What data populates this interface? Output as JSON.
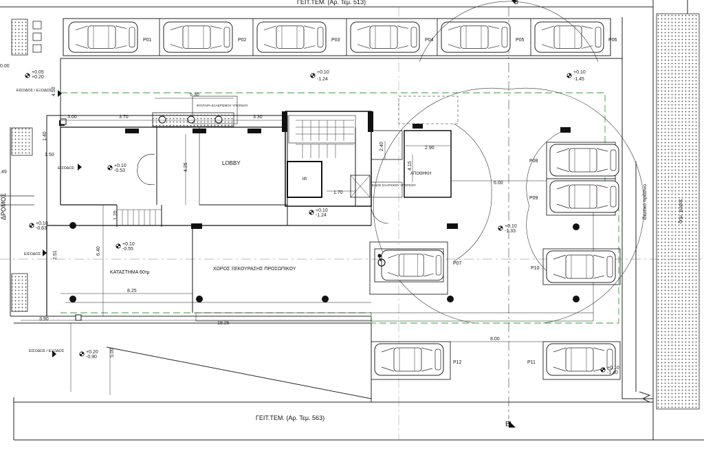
{
  "plan": {
    "top_label": "ΓΕΙΤ.ΤΕΜ.  (Αρ. Τεμ. 513)",
    "bottom_label": "ΓΕΙΤ.ΤΕΜ.  (Αρ. Τεμ. 563)",
    "left_road": "ΔΡΟΜΟΣ",
    "right_strip": "ιδιωτικό πράσινο",
    "right_road": "δημ. χώρος",
    "section_top": "B",
    "section_bottom": "B'"
  },
  "rooms": {
    "lobby": "LOBBY",
    "lift": "lift",
    "storage": "ΑΠΟΘΗΚΗ",
    "cleaner_room": "ΕΙΔΟΣ ΕΞΑΡΧΙΚΟΥ ΥΠΟΓΕΙΟΥ",
    "shop": "ΚΑΤΑΣΤΗΜΑ 60τμ",
    "staff_rest": "ΧΩΡΟΣ ΞΕΚΟΥΡΑΣΗΣ ΠΡΟΣΩΠΙΚΟΥ",
    "planter_note": "ΦΟΥΓΑΡΑ ΕΞΑΕΡΙΣΜΟΥ ΥΠΟΓΕΙΟΥ"
  },
  "entrances": [
    "ΕΙΣΟΔΟΣ / ΕΞΟΔΟΣ",
    "ΕΙΣΟΔΟΣ",
    "ΕΙΣΟΔΟΣ",
    "ΕΙΣΟΔΟΣ / ΕΞΟΔΟΣ"
  ],
  "parking": [
    "P01",
    "P02",
    "P03",
    "P04",
    "P05",
    "P06",
    "P07",
    "P08",
    "P09",
    "P10",
    "P11",
    "P12"
  ],
  "levels": {
    "l1": "+0.05",
    "l1b": "+0.20",
    "l2": "+0.10",
    "l2b": "-1.24",
    "l3": "+0.10",
    "l3b": "-1.45",
    "l4": "+0.10",
    "l4b": "-0.53",
    "l5": "+0.10",
    "l5b": "-0.63",
    "l6": "+0.10",
    "l6b": "-0.55",
    "l7": "+0.10",
    "l7b": "-1.24",
    "l8": "+0.10",
    "l8b": "-1.33",
    "l9": "+0.20",
    "l9b": "-0.90",
    "l10": "+0.10",
    "l10b": "-1.40",
    "l11": "0.00"
  },
  "dimensions": {
    "d1": "5.30",
    "d2": "3.00",
    "d3": "3.70",
    "d4": "3.30",
    "d5": "4.50",
    "d6": "1.40",
    "d7": "1.50",
    "d8": "4.25",
    "d9": "1.70",
    "d10": "2.40",
    "d11": "2.90",
    "d12": "4.15",
    "d13": "6.00",
    "d14": "1.20",
    "d15": "6.40",
    "d16": "8.25",
    "d17": "3.90",
    "d18": "18.25",
    "d19": "5.00",
    "d20": "8.00",
    "d21": "2.51",
    "d22": ".49"
  }
}
